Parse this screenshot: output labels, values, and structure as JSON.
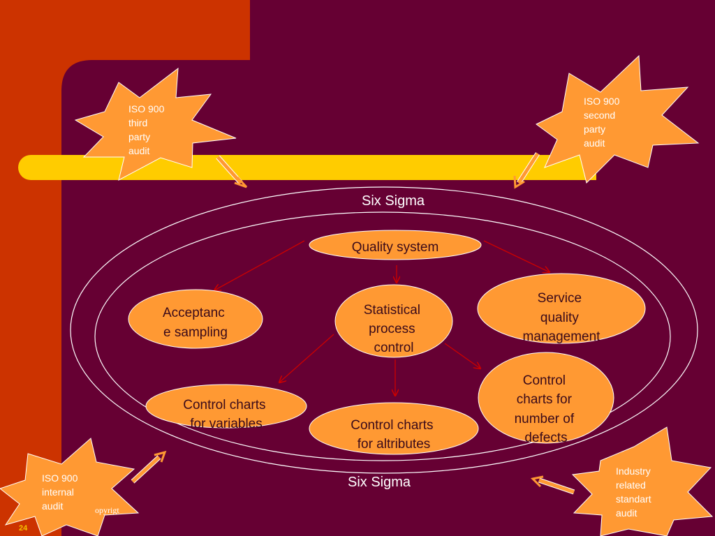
{
  "slide": {
    "page_number": "24",
    "footer_text": "opyrigt",
    "colors": {
      "background": "#cc3300",
      "panel": "#660033",
      "bar": "#ffcc00",
      "node_fill": "#ff9933",
      "arrow": "#cc0000",
      "burst_fill": "#ff9933"
    }
  },
  "diagram": {
    "outer_label_top": "Six Sigma",
    "outer_label_bottom": "Six Sigma",
    "nodes": {
      "quality_system": "Quality system",
      "acceptance_sampling": [
        "Acceptanc",
        "e sampling"
      ],
      "spc": [
        "Statistical",
        "process",
        "control"
      ],
      "service_quality": [
        "Service",
        "quality",
        "management"
      ],
      "control_charts_variables": [
        "Control charts",
        "for variables"
      ],
      "control_charts_attributes": [
        "Control charts",
        "for altributes"
      ],
      "control_charts_defects": [
        "Control",
        "charts for",
        "number of",
        "defects"
      ]
    },
    "bursts": {
      "third_party": [
        "ISO 900",
        "third",
        "party",
        "audit"
      ],
      "second_party": [
        "ISO 900",
        "second",
        "party",
        "audit"
      ],
      "internal": [
        "ISO 900",
        "internal",
        "audit"
      ],
      "industry": [
        "Industry",
        "related",
        "standart",
        "audit"
      ]
    }
  }
}
